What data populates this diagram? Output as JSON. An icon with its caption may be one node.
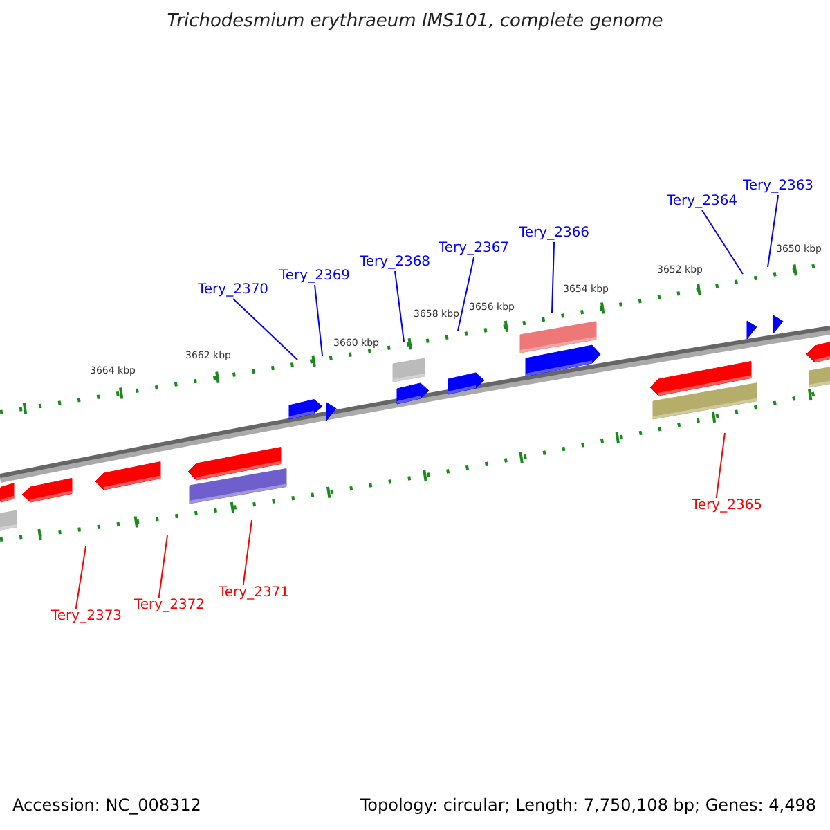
{
  "diagram": {
    "title": "Trichodesmium erythraeum IMS101, complete genome",
    "nodes": [
      {
        "text": [
          "Tery_2363"
        ]
      },
      {
        "text": [
          "Tery_2364"
        ]
      },
      {
        "text": [
          "Tery_2366"
        ]
      },
      {
        "text": [
          "Tery_2367"
        ]
      },
      {
        "text": [
          "Tery_2368"
        ]
      },
      {
        "text": [
          "Tery_2369"
        ]
      },
      {
        "text": [
          "Tery_2370"
        ]
      },
      {
        "text": [
          "Tery_2365"
        ]
      },
      {
        "text": [
          "Tery_2371"
        ]
      },
      {
        "text": [
          "Tery_2372"
        ]
      },
      {
        "text": [
          "Tery_2373"
        ]
      }
    ],
    "edges": [
      {
        "from": 0,
        "to": null,
        "arrow": "none"
      },
      {
        "from": 1,
        "to": null,
        "arrow": "none"
      },
      {
        "from": 2,
        "to": null,
        "arrow": "none"
      },
      {
        "from": 3,
        "to": null,
        "arrow": "none"
      },
      {
        "from": 4,
        "to": null,
        "arrow": "none"
      },
      {
        "from": 5,
        "to": null,
        "arrow": "none"
      },
      {
        "from": 6,
        "to": null,
        "arrow": "none"
      },
      {
        "from": 7,
        "to": null,
        "arrow": "none",
        "color": "#ff0000"
      },
      {
        "from": 8,
        "to": null,
        "arrow": "none",
        "color": "#ff0000"
      },
      {
        "from": 9,
        "to": null,
        "arrow": "none",
        "color": "#ff0000"
      },
      {
        "from": 10,
        "to": null,
        "arrow": "none",
        "color": "#ff0000"
      }
    ],
    "labels": [
      "3650 kbp",
      "3652 kbp",
      "3654 kbp",
      "3656 kbp",
      "3658 kbp",
      "3660 kbp",
      "3662 kbp",
      "3664 kbp",
      "Accession: NC_008312",
      "Topology: circular; Length: 7,750,108 bp; Genes: 4,498"
    ]
  }
}
